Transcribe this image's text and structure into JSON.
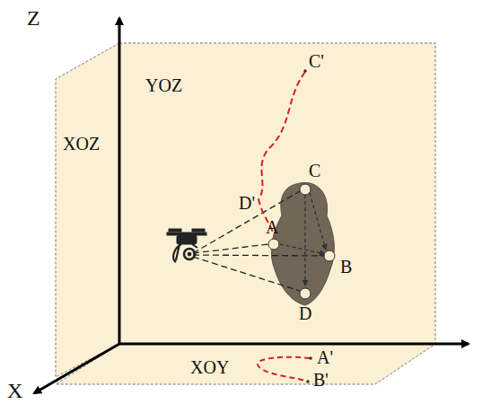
{
  "diagram": {
    "labels": [
      "Z",
      "YOZ",
      "XOZ",
      "C'",
      "C",
      "D'",
      "A",
      "B",
      "D",
      "XOY",
      "A'",
      "B'",
      "X"
    ]
  }
}
